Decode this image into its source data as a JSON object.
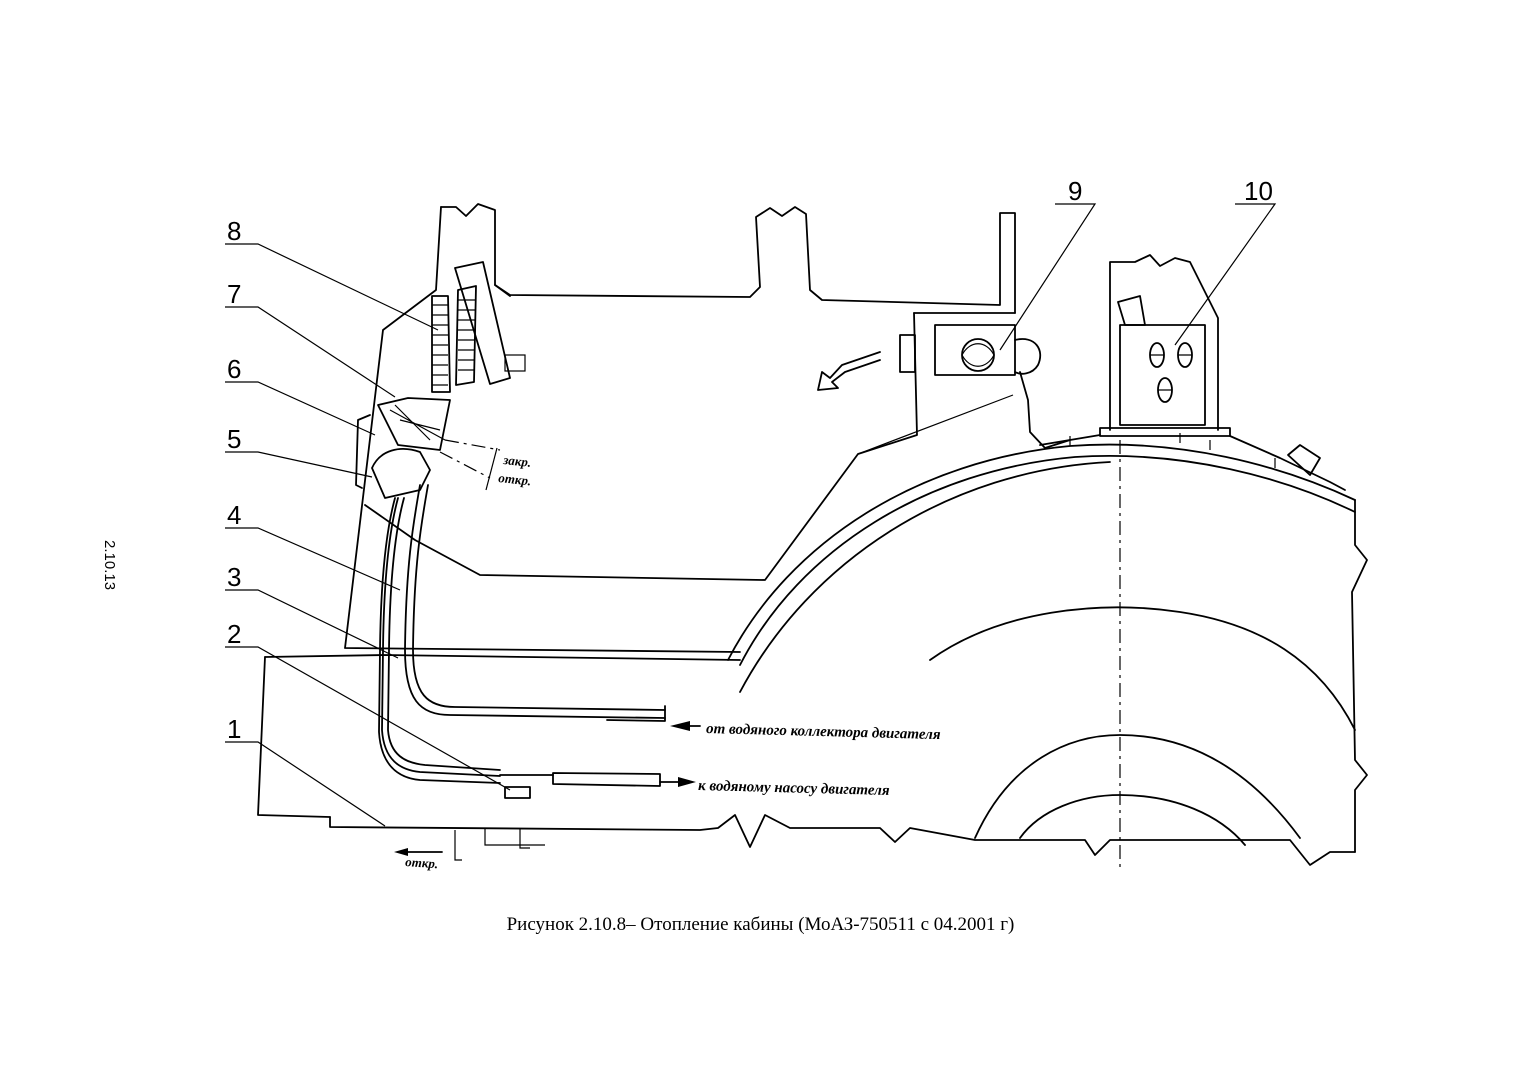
{
  "figure": {
    "caption": "Рисунок 2.10.8– Отопление кабины (МоАЗ-750511 с 04.2001 г)",
    "page_number": "2.10.13"
  },
  "callouts": [
    "1",
    "2",
    "3",
    "4",
    "5",
    "6",
    "7",
    "8",
    "9",
    "10"
  ],
  "annotations": {
    "from_collector": "от водяного коллектора двигателя",
    "to_pump": "к водяному насосу двигателя",
    "closed": "закр.",
    "open_valve": "откр.",
    "open_bottom": "откр."
  }
}
